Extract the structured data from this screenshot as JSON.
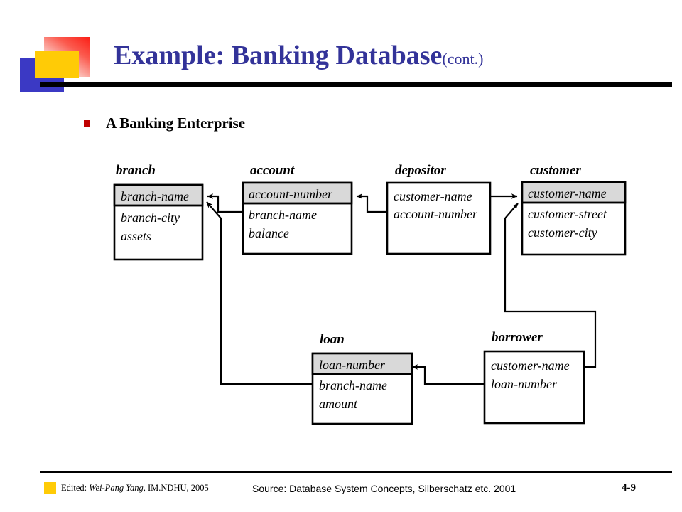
{
  "slide": {
    "title_main": "Example: Banking Database",
    "title_cont": "(cont.)",
    "bullet_text": "A Banking Enterprise",
    "accent_blue": "#333399",
    "accent_red": "#c00000",
    "accent_yellow": "#ffcb06",
    "pk_shade": "#d9d9d9"
  },
  "diagram": {
    "type": "er-relational-schema",
    "tables": [
      {
        "id": "branch",
        "caption": "branch",
        "attributes": [
          "branch-name",
          "branch-city",
          "assets"
        ],
        "primary_key": "branch-name"
      },
      {
        "id": "account",
        "caption": "account",
        "attributes": [
          "account-number",
          "branch-name",
          "balance"
        ],
        "primary_key": "account-number"
      },
      {
        "id": "depositor",
        "caption": "depositor",
        "attributes": [
          "customer-name",
          "account-number"
        ],
        "primary_key": ""
      },
      {
        "id": "customer",
        "caption": "customer",
        "attributes": [
          "customer-name",
          "customer-street",
          "customer-city"
        ],
        "primary_key": "customer-name"
      },
      {
        "id": "loan",
        "caption": "loan",
        "attributes": [
          "loan-number",
          "branch-name",
          "amount"
        ],
        "primary_key": "loan-number"
      },
      {
        "id": "borrower",
        "caption": "borrower",
        "attributes": [
          "customer-name",
          "loan-number"
        ],
        "primary_key": ""
      }
    ],
    "relationships": [
      {
        "from": "account.branch-name",
        "to": "branch.branch-name"
      },
      {
        "from": "loan.branch-name",
        "to": "branch.branch-name"
      },
      {
        "from": "depositor.account-number",
        "to": "account.account-number"
      },
      {
        "from": "depositor.customer-name",
        "to": "customer.customer-name"
      },
      {
        "from": "borrower.customer-name",
        "to": "customer.customer-name"
      },
      {
        "from": "borrower.loan-number",
        "to": "loan.loan-number"
      }
    ]
  },
  "footer": {
    "edited_prefix": "Edited:",
    "edited_name": "Wei-Pang Yang",
    "edited_suffix": ", IM.NDHU, 2005",
    "source": "Source: Database System Concepts, Silberschatz etc. 2001",
    "page": "4-9"
  }
}
